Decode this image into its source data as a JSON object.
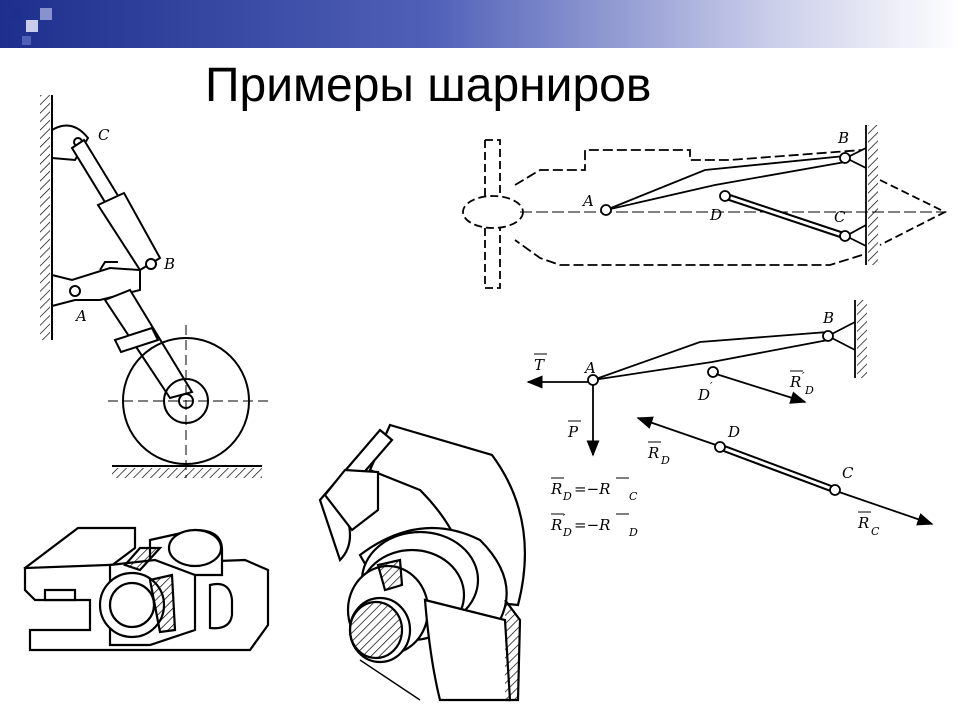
{
  "slide": {
    "title": "Примеры шарниров",
    "theme_colors": {
      "bar_dark": "#1d2f8c",
      "bar_mid": "#5060b8",
      "bar_light": "#c9cde9"
    }
  },
  "landing_gear": {
    "labels": {
      "c": "C",
      "b": "B",
      "a": "A"
    }
  },
  "airplane": {
    "labels": {
      "a": "A",
      "b": "B",
      "c": "C",
      "d": "D"
    }
  },
  "force_diagram": {
    "labels": {
      "t": "T",
      "p": "P",
      "a": "A",
      "b": "B",
      "d_prime": "D",
      "d_prime_mark": "′",
      "r_d_prime": "R",
      "r_d_prime_sub": "D",
      "r_d_prime_mark": "′",
      "r_d": "R",
      "r_d_sub": "D",
      "rod_d": "D",
      "rod_c": "C",
      "r_c": "R",
      "r_c_sub": "C"
    },
    "equations": {
      "eq1": "R",
      "eq1_sub": "D",
      "eq1_mid": "=−R",
      "eq1_sub2": "C",
      "eq2": "R",
      "eq2_mark": "′",
      "eq2_sub": "D",
      "eq2_mid": "=−R",
      "eq2_sub2": "D"
    }
  }
}
